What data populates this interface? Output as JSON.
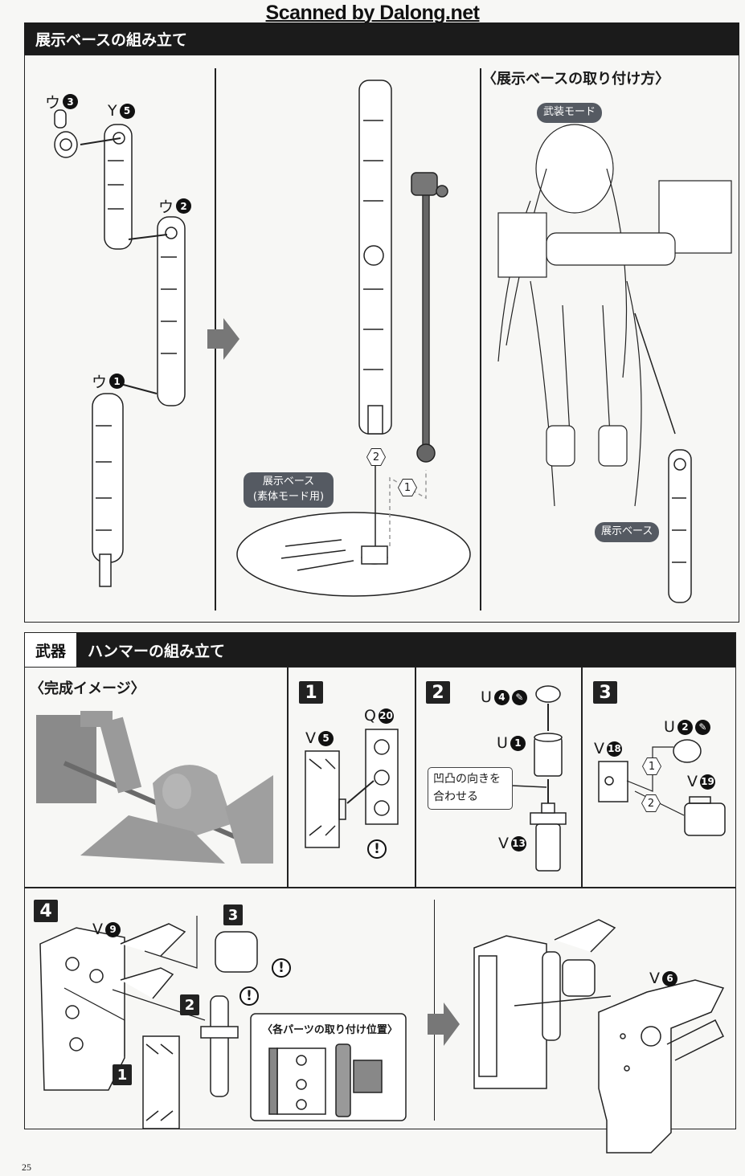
{
  "watermark": "Scanned by Dalong.net",
  "section1": {
    "title": "展示ベースの組み立て",
    "panel1": {
      "labels": [
        {
          "k": "ウ",
          "n": "3"
        },
        {
          "k": "Y",
          "n": "5"
        },
        {
          "k": "ウ",
          "n": "2"
        },
        {
          "k": "ウ",
          "n": "1"
        }
      ]
    },
    "panel2": {
      "hex2": "2",
      "hex1": "1",
      "badge_line1": "展示ベース",
      "badge_line2": "(素体モード用)"
    },
    "panel3": {
      "heading": "〈展示ベースの取り付け方〉",
      "badge_armed": "武装モード",
      "badge_base": "展示ベース"
    }
  },
  "section2": {
    "tag": "武器",
    "title": "ハンマーの組み立て",
    "preview_heading": "〈完成イメージ〉",
    "step1": {
      "num": "1",
      "v": {
        "k": "V",
        "n": "5"
      },
      "q": {
        "k": "Q",
        "n": "20"
      },
      "warn": "!"
    },
    "step2": {
      "num": "2",
      "u4": {
        "k": "U",
        "n": "4"
      },
      "u1": {
        "k": "U",
        "n": "1"
      },
      "v13": {
        "k": "V",
        "n": "13"
      },
      "callout_line1": "凹凸の向きを",
      "callout_line2": "合わせる"
    },
    "step3": {
      "num": "3",
      "u2": {
        "k": "U",
        "n": "2"
      },
      "v18": {
        "k": "V",
        "n": "18"
      },
      "v19": {
        "k": "V",
        "n": "19"
      },
      "hex1": "1",
      "hex2": "2"
    },
    "step4": {
      "num": "4",
      "v9": {
        "k": "V",
        "n": "9"
      },
      "ref3": "3",
      "ref2": "2",
      "ref1": "1",
      "warn": "!",
      "inset_heading": "〈各パーツの取り付け位置〉",
      "v6": {
        "k": "V",
        "n": "6"
      }
    }
  },
  "page_number": "25"
}
